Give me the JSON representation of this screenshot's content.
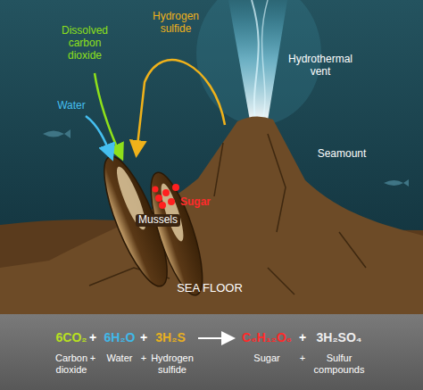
{
  "diagram": {
    "labels": [
      "Dissolved carbon dioxide",
      "Hydrogen sulfide",
      "Hydrothermal vent",
      "Water",
      "Seamount",
      "Sugar",
      "Mussels",
      "SEA FLOOR",
      "6CO₂",
      "+",
      "6H₂O",
      "+",
      "3H₂S",
      "C₆H₁₂O₆",
      "+",
      "3H₂SO₄",
      "Carbon dioxide",
      "+",
      "Water",
      "+",
      "Hydrogen sulfide",
      "Sugar",
      "+",
      "Sulfur compounds"
    ]
  }
}
